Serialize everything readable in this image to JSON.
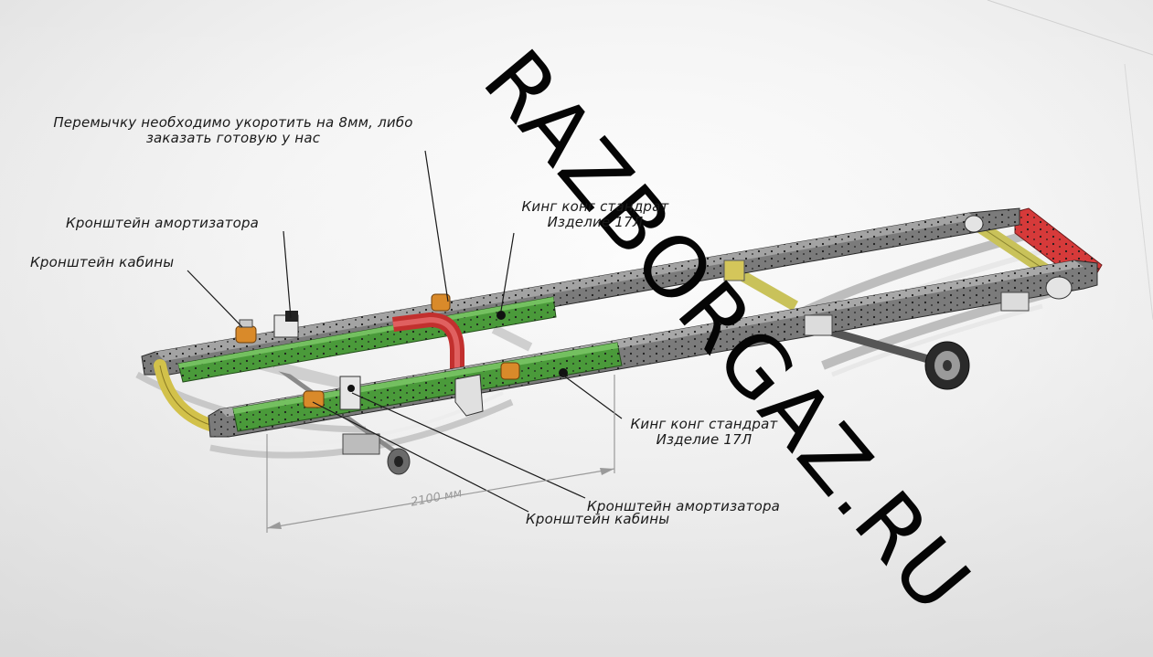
{
  "watermark": "RAZBORGAZ.RU",
  "labels": {
    "jumper_note_line1": "Перемычку необходимо укоротить на 8мм, либо",
    "jumper_note_line2": "заказать готовую у нас",
    "shock_bracket_top": "Кронштейн амортизатора",
    "cab_bracket_top": "Кронштейн кабины",
    "king_kong_top_line1": "Кинг конг стандрат",
    "king_kong_top_line2": "Изделие 17Л",
    "king_kong_bottom_line1": "Кинг конг стандрат",
    "king_kong_bottom_line2": "Изделие 17Л",
    "shock_bracket_bottom": "Кронштейн амортизатора",
    "cab_bracket_bottom": "Кронштейн кабины"
  },
  "dimension": {
    "value": "2100 мм"
  },
  "colors": {
    "rail_green": "#4a9a3a",
    "rail_grey": "#7b7b7b",
    "rail_red": "#d63a3a",
    "crossmember_yellow": "#c9c25a",
    "bracket_orange": "#d98a2a"
  }
}
